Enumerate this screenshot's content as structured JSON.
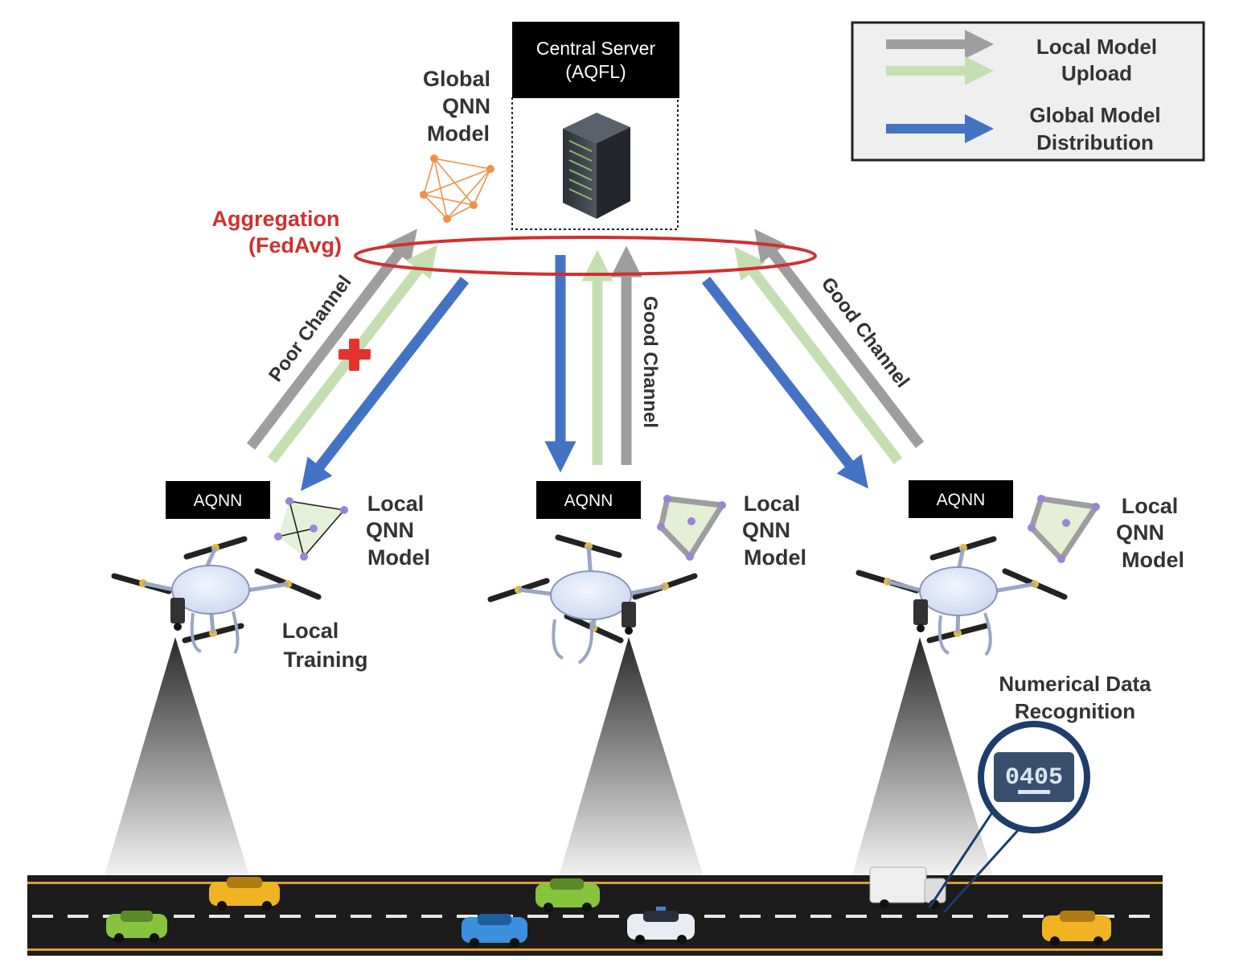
{
  "server": {
    "title_line1": "Central Server",
    "title_line2": "(AQFL)"
  },
  "global_model": {
    "line1": "Global",
    "line2": "QNN",
    "line3": "Model"
  },
  "aggregation": {
    "line1": "Aggregation",
    "line2": "(FedAvg)"
  },
  "legend": {
    "upload_line1": "Local Model",
    "upload_line2": "Upload",
    "distribution_line1": "Global Model",
    "distribution_line2": "Distribution"
  },
  "channels": {
    "left": "Poor Channel",
    "center": "Good Channel",
    "right": "Good Channel"
  },
  "drones": [
    {
      "badge": "AQNN",
      "model_line1": "Local",
      "model_line2": "QNN",
      "model_line3": "Model"
    },
    {
      "badge": "AQNN",
      "model_line1": "Local",
      "model_line2": "QNN",
      "model_line3": "Model"
    },
    {
      "badge": "AQNN",
      "model_line1": "Local",
      "model_line2": "QNN",
      "model_line3": "Model"
    }
  ],
  "local_training": {
    "line1": "Local",
    "line2": "Training"
  },
  "recognition": {
    "line1": "Numerical Data",
    "line2": "Recognition",
    "plate": "0405"
  },
  "colors": {
    "upload_gray": "#9e9e9e",
    "upload_green": "#c5dfb2",
    "distribution_blue": "#4472c4",
    "aggregation_red": "#d0302f",
    "node_orange": "#f0904a",
    "node_purple": "#9b85d6",
    "road": "#1c1c1c",
    "road_edge": "#e39b2c"
  }
}
